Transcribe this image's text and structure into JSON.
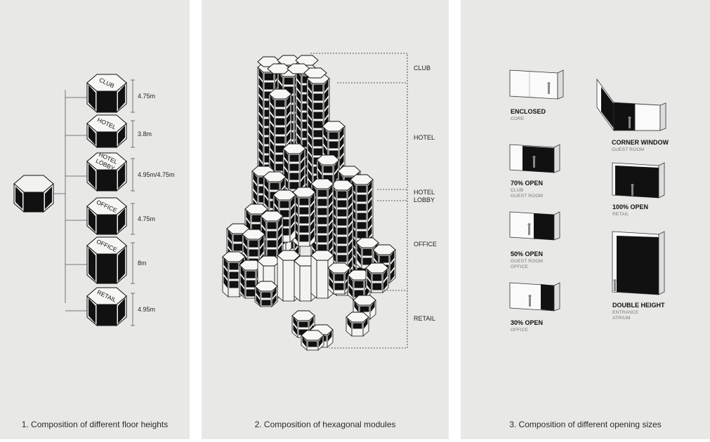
{
  "panels": {
    "floor_heights": {
      "caption": "1. Composition of different floor heights",
      "modules": [
        {
          "label": "CLUB",
          "height": "4.75m"
        },
        {
          "label": "HOTEL",
          "height": "3.8m"
        },
        {
          "label": "HOTEL\nLOBBY",
          "height": "4.95m/4.75m"
        },
        {
          "label": "OFFICE",
          "height": "4.75m"
        },
        {
          "label": "OFFICE",
          "height": "8m"
        },
        {
          "label": "RETAIL",
          "height": "4.95m"
        }
      ]
    },
    "hex_modules": {
      "caption": "2. Composition of hexagonal modules",
      "zones": [
        "CLUB",
        "HOTEL",
        "HOTEL",
        "LOBBY",
        "OFFICE",
        "RETAIL"
      ]
    },
    "opening_sizes": {
      "caption": "3. Composition of different opening sizes",
      "types": [
        {
          "title": "ENCLOSED",
          "sub": [
            "CORE"
          ]
        },
        {
          "title": "CORNER WINDOW",
          "sub": [
            "GUEST ROOM"
          ]
        },
        {
          "title": "70% OPEN",
          "sub": [
            "CLUB",
            "GUEST ROOM"
          ]
        },
        {
          "title": "100% OPEN",
          "sub": [
            "RETAIL"
          ]
        },
        {
          "title": "50% OPEN",
          "sub": [
            "GUEST ROOM",
            "OFFICE"
          ]
        },
        {
          "title": "DOUBLE HEIGHT",
          "sub": [
            "ENTRANCE",
            "ATRIUM"
          ]
        },
        {
          "title": "30% OPEN",
          "sub": [
            "OFFICE"
          ]
        }
      ]
    }
  }
}
